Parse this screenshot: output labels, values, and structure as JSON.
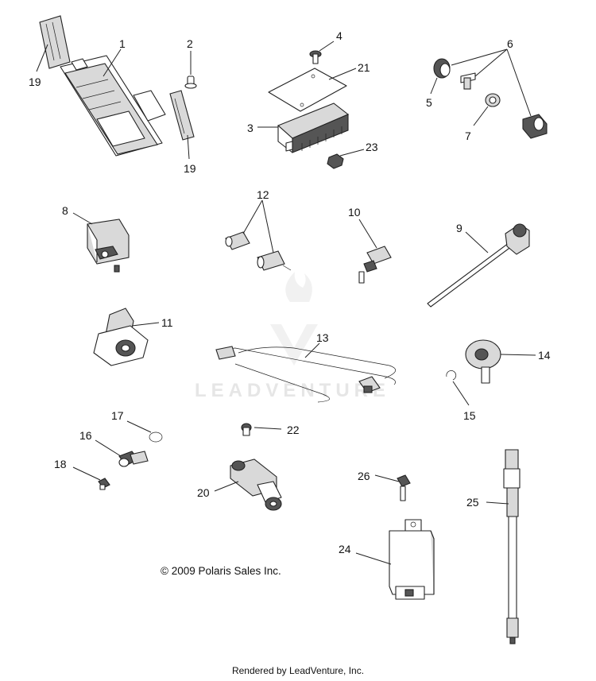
{
  "callouts": {
    "c1": "1",
    "c2": "2",
    "c3": "3",
    "c4": "4",
    "c5": "5",
    "c6": "6",
    "c7": "7",
    "c8": "8",
    "c9": "9",
    "c10": "10",
    "c11": "11",
    "c12": "12",
    "c13": "13",
    "c14": "14",
    "c15": "15",
    "c16": "16",
    "c17": "17",
    "c18": "18",
    "c19a": "19",
    "c19b": "19",
    "c20": "20",
    "c21": "21",
    "c22": "22",
    "c23": "23",
    "c24": "24",
    "c25": "25",
    "c26": "26"
  },
  "copyright": "© 2009 Polaris Sales Inc.",
  "footer": "Rendered by LeadVenture, Inc.",
  "watermark": "LEADVENTURE"
}
